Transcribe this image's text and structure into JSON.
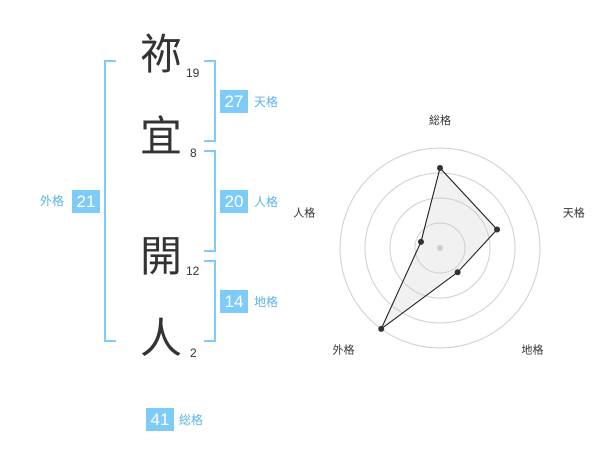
{
  "name": {
    "chars": [
      {
        "char": "祢",
        "strokes": "19"
      },
      {
        "char": "宜",
        "strokes": "8"
      },
      {
        "char": "開",
        "strokes": "12"
      },
      {
        "char": "人",
        "strokes": "2"
      }
    ]
  },
  "fortune": {
    "tenkaku": {
      "label": "天格",
      "value": "27"
    },
    "jinkaku": {
      "label": "人格",
      "value": "20"
    },
    "chikaku": {
      "label": "地格",
      "value": "14"
    },
    "gaikaku": {
      "label": "外格",
      "value": "21"
    },
    "soukaku": {
      "label": "総格",
      "value": "41"
    }
  },
  "colors": {
    "accent": "#7ecbf7",
    "label": "#5bb3ea",
    "text": "#333333"
  },
  "chart_data": {
    "type": "radar",
    "axes": [
      "総格",
      "天格",
      "地格",
      "外格",
      "人格"
    ],
    "values": [
      0.8,
      0.6,
      0.3,
      1.0,
      0.2
    ],
    "range": [
      0,
      1
    ],
    "rings": 4
  }
}
